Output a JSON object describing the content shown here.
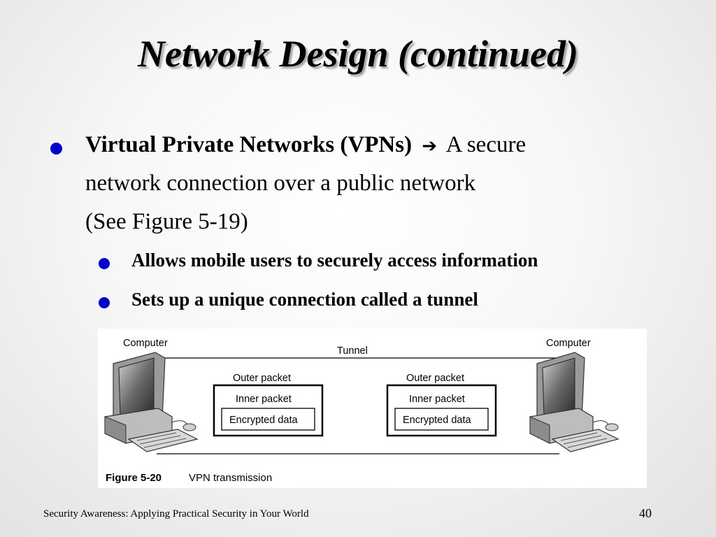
{
  "slide": {
    "title": "Network Design (continued)",
    "bullet1": {
      "term": "Virtual Private Networks (VPNs)",
      "arrow": "➔",
      "text_line1": "A secure",
      "text_line2": "network connection over a public network",
      "text_line3": "(See Figure 5-19)"
    },
    "sub_bullets": [
      "Allows mobile users to securely access information",
      "Sets up a unique connection called a tunnel"
    ],
    "footer": "Security Awareness: Applying Practical Security in Your World",
    "page_number": "40"
  },
  "figure": {
    "left_label": "Computer",
    "right_label": "Computer",
    "tunnel_label": "Tunnel",
    "packets": [
      {
        "outer": "Outer packet",
        "inner": "Inner packet",
        "data": "Encrypted data"
      },
      {
        "outer": "Outer packet",
        "inner": "Inner packet",
        "data": "Encrypted data"
      }
    ],
    "caption_number": "Figure 5-20",
    "caption_text": "VPN transmission"
  },
  "colors": {
    "bullet": "#0000cc",
    "figure_background": "#ffffff"
  }
}
